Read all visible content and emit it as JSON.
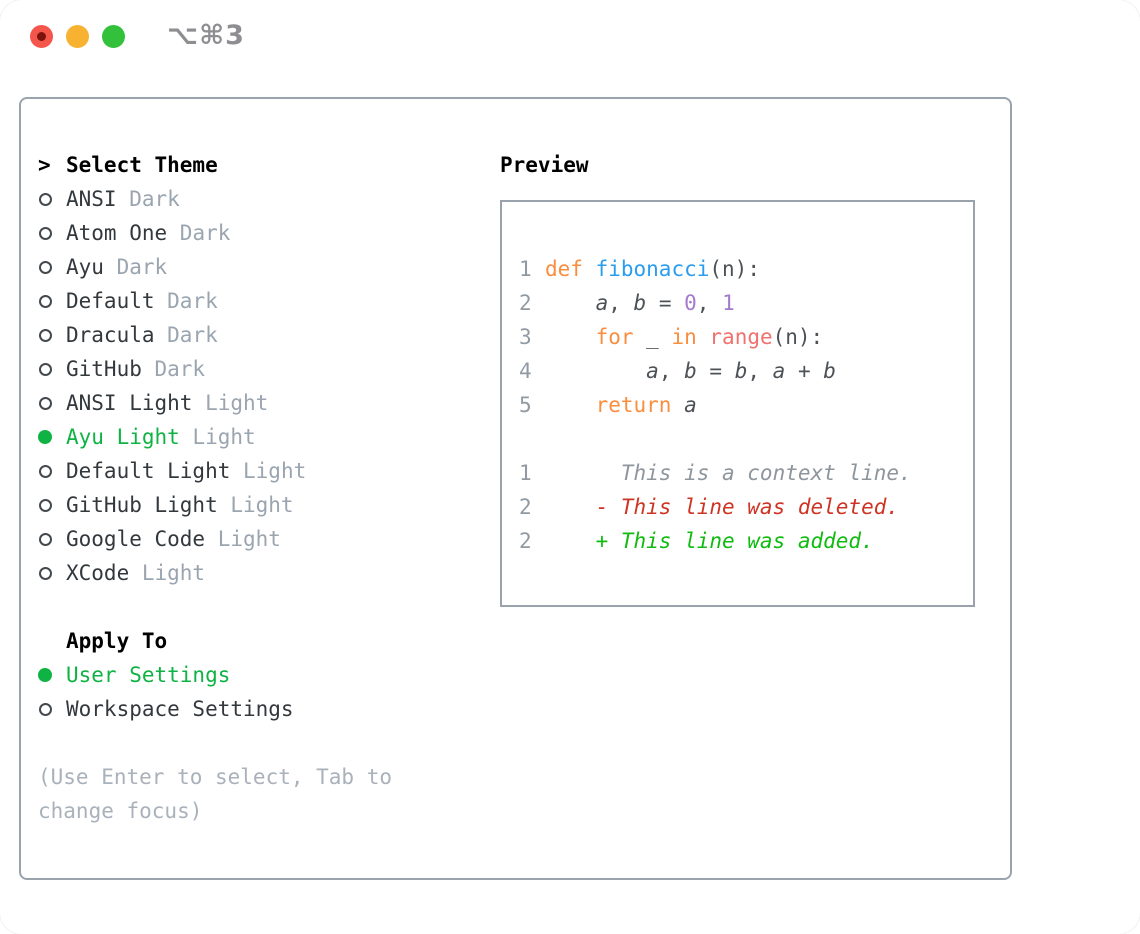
{
  "window": {
    "title": "⌥⌘3",
    "traffic_lights": [
      "close",
      "minimize",
      "zoom"
    ]
  },
  "colors": {
    "panel_border": "#9ba3af",
    "selection_green": "#0eb344",
    "diff_added_green": "#10bb10",
    "diff_deleted_red": "#cd3423",
    "keyword_orange": "#fa8d3e",
    "function_blue": "#2a9ded",
    "number_purple": "#a37acc",
    "call_coral": "#f0716d",
    "muted_gray": "#9aa5b0"
  },
  "theme_picker": {
    "prompt": ">",
    "title": "Select Theme",
    "items": [
      {
        "name": "ANSI",
        "variant": "Dark",
        "selected": false
      },
      {
        "name": "Atom One",
        "variant": "Dark",
        "selected": false
      },
      {
        "name": "Ayu",
        "variant": "Dark",
        "selected": false
      },
      {
        "name": "Default",
        "variant": "Dark",
        "selected": false
      },
      {
        "name": "Dracula",
        "variant": "Dark",
        "selected": false
      },
      {
        "name": "GitHub",
        "variant": "Dark",
        "selected": false
      },
      {
        "name": "ANSI Light",
        "variant": "Light",
        "selected": false
      },
      {
        "name": "Ayu Light",
        "variant": "Light",
        "selected": true
      },
      {
        "name": "Default Light",
        "variant": "Light",
        "selected": false
      },
      {
        "name": "GitHub Light",
        "variant": "Light",
        "selected": false
      },
      {
        "name": "Google Code",
        "variant": "Light",
        "selected": false
      },
      {
        "name": "XCode",
        "variant": "Light",
        "selected": false
      }
    ],
    "apply_to": {
      "title": "Apply To",
      "options": [
        {
          "label": "User Settings",
          "selected": true
        },
        {
          "label": "Workspace Settings",
          "selected": false
        }
      ]
    },
    "hint_lines": [
      "(Use Enter to select, Tab to",
      "change focus)"
    ]
  },
  "preview": {
    "title": "Preview",
    "code_lines": [
      {
        "number": "1",
        "segments": [
          {
            "text": "def",
            "style": "keyword"
          },
          {
            "text": " ",
            "style": "plain"
          },
          {
            "text": "fibonacci",
            "style": "function"
          },
          {
            "text": "(n):",
            "style": "plain"
          }
        ]
      },
      {
        "number": "2",
        "segments": [
          {
            "text": "    ",
            "style": "plain"
          },
          {
            "text": "a",
            "style": "variable"
          },
          {
            "text": ", ",
            "style": "plain"
          },
          {
            "text": "b",
            "style": "variable"
          },
          {
            "text": " = ",
            "style": "plain"
          },
          {
            "text": "0",
            "style": "number"
          },
          {
            "text": ", ",
            "style": "plain"
          },
          {
            "text": "1",
            "style": "number"
          }
        ]
      },
      {
        "number": "3",
        "segments": [
          {
            "text": "    ",
            "style": "plain"
          },
          {
            "text": "for",
            "style": "keyword"
          },
          {
            "text": " _ ",
            "style": "plain"
          },
          {
            "text": "in",
            "style": "keyword"
          },
          {
            "text": " ",
            "style": "plain"
          },
          {
            "text": "range",
            "style": "call"
          },
          {
            "text": "(n):",
            "style": "plain"
          }
        ]
      },
      {
        "number": "4",
        "segments": [
          {
            "text": "        ",
            "style": "plain"
          },
          {
            "text": "a",
            "style": "variable"
          },
          {
            "text": ", ",
            "style": "plain"
          },
          {
            "text": "b",
            "style": "variable"
          },
          {
            "text": " = ",
            "style": "plain"
          },
          {
            "text": "b",
            "style": "variable"
          },
          {
            "text": ", ",
            "style": "plain"
          },
          {
            "text": "a",
            "style": "variable"
          },
          {
            "text": " + ",
            "style": "plain"
          },
          {
            "text": "b",
            "style": "variable"
          }
        ]
      },
      {
        "number": "5",
        "segments": [
          {
            "text": "    ",
            "style": "plain"
          },
          {
            "text": "return",
            "style": "keyword"
          },
          {
            "text": " ",
            "style": "plain"
          },
          {
            "text": "a",
            "style": "variable"
          }
        ]
      }
    ],
    "diff_lines": [
      {
        "number": "1",
        "text": "      This is a context line.",
        "style": "context"
      },
      {
        "number": "2",
        "text": "    - This line was deleted.",
        "style": "deleted"
      },
      {
        "number": "2",
        "text": "    + This line was added.",
        "style": "added"
      }
    ]
  }
}
